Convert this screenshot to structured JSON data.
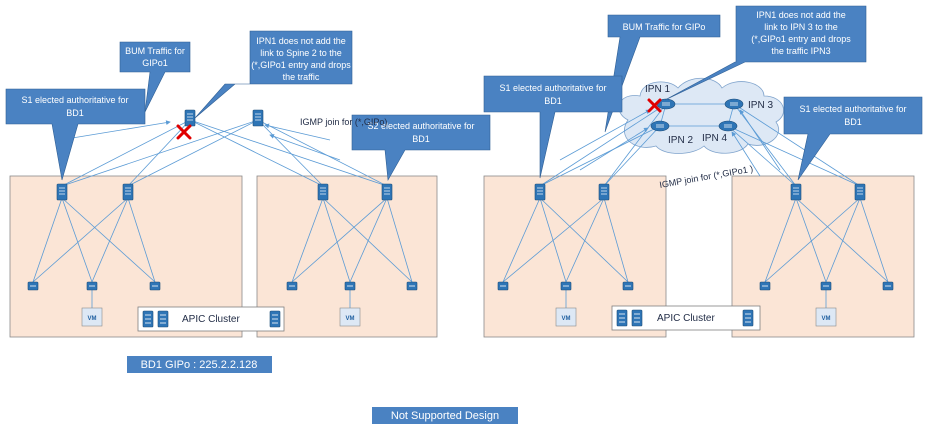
{
  "left_site": {
    "callout_s1": [
      "S1 elected authoritative for",
      "BD1"
    ],
    "callout_bum": [
      "BUM Traffic for",
      "GIPo1"
    ],
    "callout_ipn": [
      "IPN1 does not add the",
      "link to Spine 2 to the",
      "(*,GIPo1 entry and drops",
      "the traffic"
    ],
    "callout_s2": [
      "S2 elected authoritative for",
      "BD1"
    ],
    "igmp_label": "IGMP join for (*,GIPo)",
    "apic_label": "APIC Cluster",
    "vm_label": "VM"
  },
  "right_site": {
    "callout_bum": "BUM Traffic for GIPo",
    "callout_ipn": [
      "IPN1 does not add the",
      "link to IPN 3 to the",
      "(*,GIPo1 entry and drops",
      "the traffic IPN3"
    ],
    "callout_s1_left": [
      "S1 elected authoritative for",
      "BD1"
    ],
    "callout_s1_right": [
      "S1 elected authoritative for",
      "BD1"
    ],
    "ipn_labels": [
      "IPN 1",
      "IPN 2",
      "IPN 3",
      "IPN 4"
    ],
    "igmp_label": "IGMP join for (*,GIPo1 )",
    "apic_label": "APIC Cluster",
    "vm_label": "VM"
  },
  "footer": {
    "bd_gipo": "BD1 GIPo : 225.2.2.128",
    "design_note": "Not Supported Design"
  },
  "colors": {
    "site_fill": "#fbe5d6",
    "callout_fill": "#4a82c2",
    "device_blue": "#2e75b6",
    "line_blue": "#5b9bd5",
    "cloud_fill": "#dde8f5",
    "drop_x": "#e00000"
  }
}
